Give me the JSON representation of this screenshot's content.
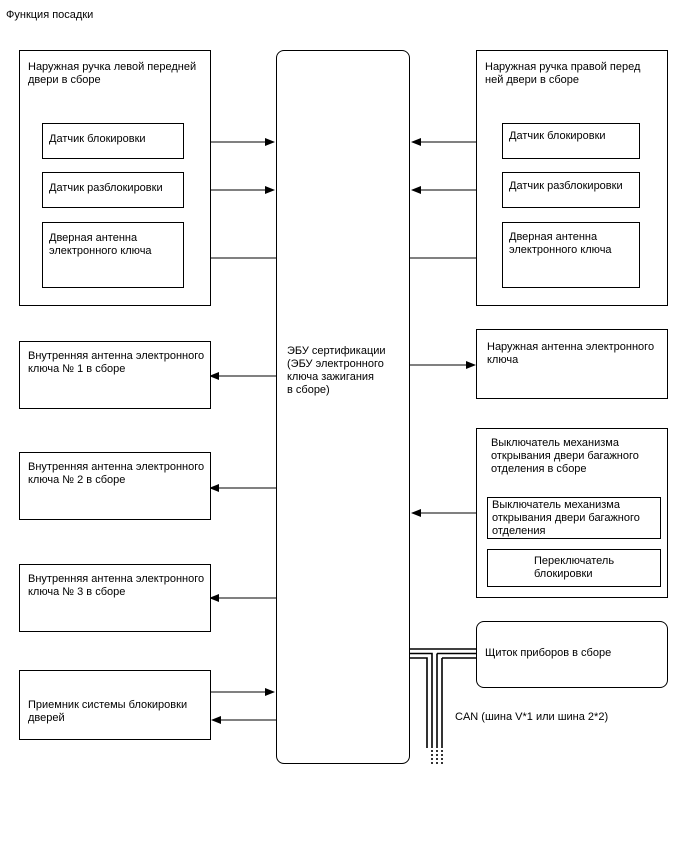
{
  "title": "Функция посадки",
  "ecu": "ЭБУ сертификации\n(ЭБУ электронного\nключа зажигания\nв сборе)",
  "left_front_handle": {
    "title": "Наружная ручка левой передней\nдвери в сборе",
    "lock_sensor": "Датчик блокировки",
    "unlock_sensor": "Датчик разблокировки",
    "door_antenna": "Дверная антенна\nэлектронного ключа"
  },
  "right_front_handle": {
    "title": "Наружная ручка правой перед\nней двери в сборе",
    "lock_sensor": "Датчик блокировки",
    "unlock_sensor": "Датчик разблокировки",
    "door_antenna": "Дверная антенна\nэлектронного ключа"
  },
  "inner_antenna_1": "Внутренняя антенна электронного\nключа № 1 в сборе",
  "inner_antenna_2": "Внутренняя антенна электронного\nключа № 2 в сборе",
  "inner_antenna_3": "Внутренняя антенна электронного\nключа № 3 в сборе",
  "door_lock_receiver": "Приемник системы блокировки\nдверей",
  "outer_antenna": "Наружная антенна электронного\nключа",
  "trunk_switch_assembly": {
    "title": "Выключатель механизма\nоткрывания двери багажного\nотделения в сборе",
    "opener_switch": "Выключатель механизма\nоткрывания двери багажного\nотделения",
    "lock_switch": "Переключатель\nблокировки"
  },
  "instrument_cluster": "Щиток приборов в сборе",
  "can_label": "CAN (шина V*1 или шина 2*2)"
}
